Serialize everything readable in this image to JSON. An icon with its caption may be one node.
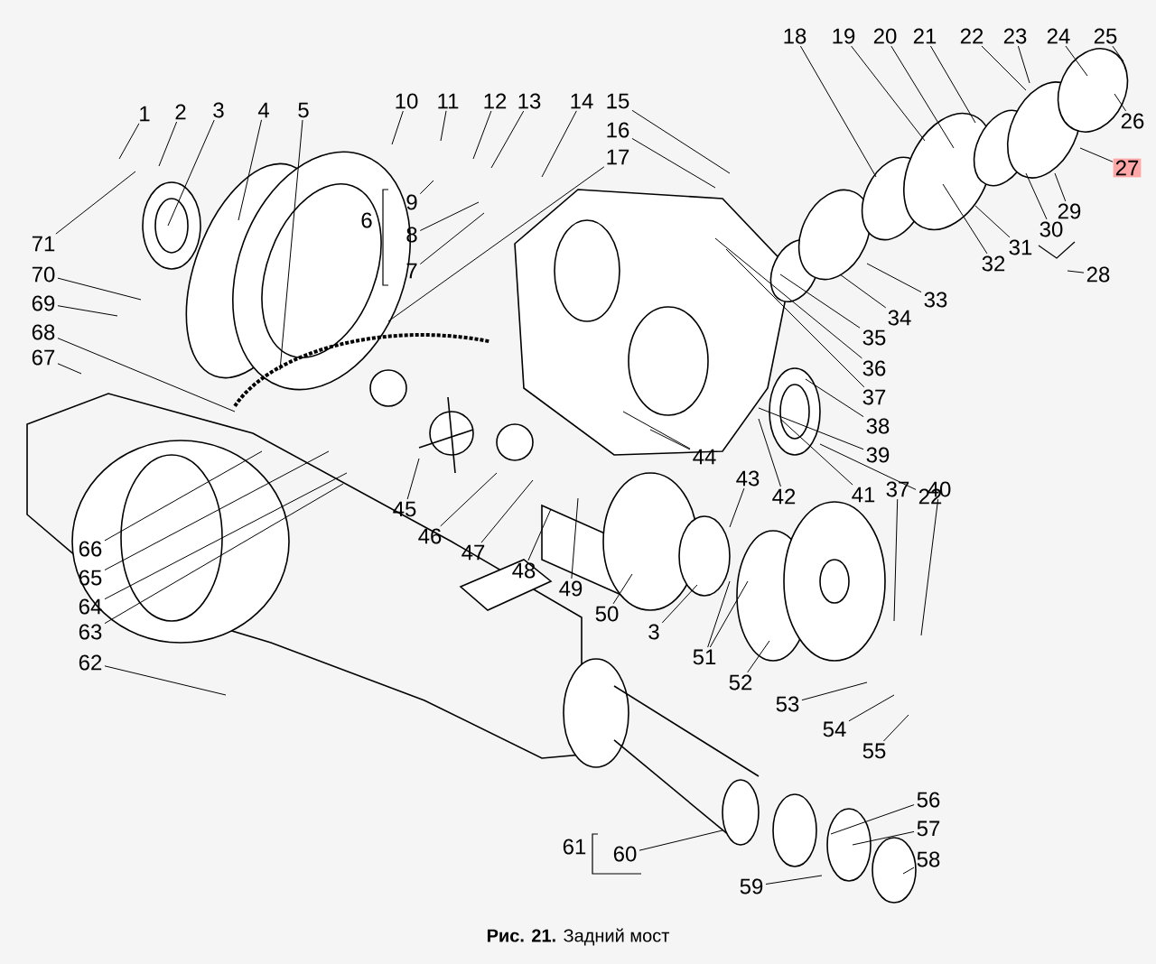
{
  "diagram": {
    "caption": "**Рис. 21.** Задний мост",
    "nodes": [
      {
        "text": [
          "1"
        ]
      },
      {
        "text": [
          "2"
        ]
      },
      {
        "text": [
          "3"
        ]
      },
      {
        "text": [
          "4"
        ]
      },
      {
        "text": [
          "5"
        ]
      },
      {
        "text": [
          "10"
        ]
      },
      {
        "text": [
          "11"
        ]
      },
      {
        "text": [
          "12"
        ]
      },
      {
        "text": [
          "13"
        ]
      },
      {
        "text": [
          "14"
        ]
      },
      {
        "text": [
          "9"
        ]
      },
      {
        "text": [
          "8"
        ]
      },
      {
        "text": [
          "7"
        ]
      },
      {
        "text": [
          "15"
        ]
      },
      {
        "text": [
          "16"
        ]
      },
      {
        "text": [
          "17"
        ]
      },
      {
        "text": [
          "18"
        ]
      },
      {
        "text": [
          "19"
        ]
      },
      {
        "text": [
          "20"
        ]
      },
      {
        "text": [
          "21"
        ]
      },
      {
        "text": [
          "22"
        ]
      },
      {
        "text": [
          "23"
        ]
      },
      {
        "text": [
          "24"
        ]
      },
      {
        "text": [
          "25"
        ]
      },
      {
        "text": [
          "26"
        ]
      },
      {
        "text": [
          "27"
        ]
      },
      {
        "text": [
          "29"
        ]
      },
      {
        "text": [
          "30"
        ]
      },
      {
        "text": [
          "28"
        ]
      },
      {
        "text": [
          "31"
        ]
      },
      {
        "text": [
          "32"
        ]
      },
      {
        "text": [
          "33"
        ]
      },
      {
        "text": [
          "34"
        ]
      },
      {
        "text": [
          "35"
        ]
      },
      {
        "text": [
          "36"
        ]
      },
      {
        "text": [
          "37"
        ]
      },
      {
        "text": [
          "38"
        ]
      },
      {
        "text": [
          "39"
        ]
      },
      {
        "text": [
          "44"
        ]
      },
      {
        "text": [
          "43"
        ]
      },
      {
        "text": [
          "42"
        ]
      },
      {
        "text": [
          "22"
        ]
      },
      {
        "text": [
          "41"
        ]
      },
      {
        "text": [
          "37"
        ]
      },
      {
        "text": [
          "40"
        ]
      },
      {
        "text": [
          "71"
        ]
      },
      {
        "text": [
          "70"
        ]
      },
      {
        "text": [
          "69"
        ]
      },
      {
        "text": [
          "68"
        ]
      },
      {
        "text": [
          "67"
        ]
      },
      {
        "text": [
          "66"
        ]
      },
      {
        "text": [
          "65"
        ]
      },
      {
        "text": [
          "64"
        ]
      },
      {
        "text": [
          "63"
        ]
      },
      {
        "text": [
          "62"
        ]
      },
      {
        "text": [
          "45"
        ]
      },
      {
        "text": [
          "46"
        ]
      },
      {
        "text": [
          "47"
        ]
      },
      {
        "text": [
          "48"
        ]
      },
      {
        "text": [
          "49"
        ]
      },
      {
        "text": [
          "50"
        ]
      },
      {
        "text": [
          "3"
        ]
      },
      {
        "text": [
          "51"
        ]
      },
      {
        "text": [
          "52"
        ]
      },
      {
        "text": [
          "53"
        ]
      },
      {
        "text": [
          "54"
        ]
      },
      {
        "text": [
          "55"
        ]
      },
      {
        "text": [
          "56"
        ]
      },
      {
        "text": [
          "57"
        ]
      },
      {
        "text": [
          "58"
        ]
      },
      {
        "text": [
          "59"
        ]
      },
      {
        "text": [
          "60"
        ]
      }
    ],
    "edges": [
      {
        "from": 0,
        "to": null,
        "arrow": "none"
      },
      {
        "from": 1,
        "to": null,
        "arrow": "none"
      },
      {
        "from": 2,
        "to": null,
        "arrow": "none"
      },
      {
        "from": 3,
        "to": null,
        "arrow": "none"
      },
      {
        "from": 4,
        "to": null,
        "arrow": "none"
      },
      {
        "from": 5,
        "to": null,
        "arrow": "none"
      },
      {
        "from": 6,
        "to": null,
        "arrow": "none"
      },
      {
        "from": 7,
        "to": null,
        "arrow": "none"
      },
      {
        "from": 8,
        "to": null,
        "arrow": "none"
      },
      {
        "from": 9,
        "to": null,
        "arrow": "none"
      },
      {
        "from": 10,
        "to": null,
        "arrow": "none"
      },
      {
        "from": 11,
        "to": null,
        "arrow": "none"
      },
      {
        "from": 12,
        "to": null,
        "arrow": "none"
      },
      {
        "from": 13,
        "to": null,
        "arrow": "none"
      },
      {
        "from": 14,
        "to": null,
        "arrow": "none"
      },
      {
        "from": 15,
        "to": null,
        "arrow": "none"
      },
      {
        "from": 16,
        "to": null,
        "arrow": "none"
      },
      {
        "from": 17,
        "to": null,
        "arrow": "none"
      },
      {
        "from": 18,
        "to": null,
        "arrow": "none"
      },
      {
        "from": 19,
        "to": null,
        "arrow": "none"
      },
      {
        "from": 20,
        "to": null,
        "arrow": "none"
      },
      {
        "from": 21,
        "to": null,
        "arrow": "none"
      },
      {
        "from": 22,
        "to": null,
        "arrow": "none"
      },
      {
        "from": 23,
        "to": null,
        "arrow": "none"
      },
      {
        "from": 24,
        "to": null,
        "arrow": "none"
      },
      {
        "from": 25,
        "to": null,
        "arrow": "none"
      },
      {
        "from": 26,
        "to": null,
        "arrow": "none"
      },
      {
        "from": 27,
        "to": null,
        "arrow": "none"
      },
      {
        "from": 28,
        "to": null,
        "arrow": "none"
      },
      {
        "from": 29,
        "to": null,
        "arrow": "none"
      },
      {
        "from": 30,
        "to": null,
        "arrow": "none"
      },
      {
        "from": 31,
        "to": null,
        "arrow": "none"
      },
      {
        "from": 32,
        "to": null,
        "arrow": "none"
      },
      {
        "from": 33,
        "to": null,
        "arrow": "none"
      },
      {
        "from": 34,
        "to": null,
        "arrow": "none"
      },
      {
        "from": 35,
        "to": null,
        "arrow": "none"
      },
      {
        "from": 36,
        "to": null,
        "arrow": "none"
      },
      {
        "from": 37,
        "to": null,
        "arrow": "none"
      },
      {
        "from": 38,
        "to": null,
        "arrow": "none"
      },
      {
        "from": 38,
        "to": null,
        "arrow": "none"
      },
      {
        "from": 39,
        "to": null,
        "arrow": "none"
      },
      {
        "from": 40,
        "to": null,
        "arrow": "none"
      },
      {
        "from": 41,
        "to": null,
        "arrow": "none"
      },
      {
        "from": 42,
        "to": null,
        "arrow": "none"
      },
      {
        "from": 43,
        "to": null,
        "arrow": "none"
      },
      {
        "from": 44,
        "to": null,
        "arrow": "none"
      },
      {
        "from": 45,
        "to": null,
        "arrow": "none"
      },
      {
        "from": 46,
        "to": null,
        "arrow": "none"
      },
      {
        "from": 47,
        "to": null,
        "arrow": "none"
      },
      {
        "from": 48,
        "to": null,
        "arrow": "none"
      },
      {
        "from": 49,
        "to": null,
        "arrow": "none"
      },
      {
        "from": 50,
        "to": null,
        "arrow": "none"
      },
      {
        "from": 51,
        "to": null,
        "arrow": "none"
      },
      {
        "from": 52,
        "to": null,
        "arrow": "none"
      },
      {
        "from": 53,
        "to": null,
        "arrow": "none"
      },
      {
        "from": 54,
        "to": null,
        "arrow": "none"
      },
      {
        "from": 55,
        "to": null,
        "arrow": "none"
      },
      {
        "from": 56,
        "to": null,
        "arrow": "none"
      },
      {
        "from": 57,
        "to": null,
        "arrow": "none"
      },
      {
        "from": 58,
        "to": null,
        "arrow": "none"
      },
      {
        "from": 59,
        "to": null,
        "arrow": "none"
      },
      {
        "from": 60,
        "to": null,
        "arrow": "none"
      },
      {
        "from": 61,
        "to": null,
        "arrow": "none"
      },
      {
        "from": 62,
        "to": null,
        "arrow": "none"
      },
      {
        "from": 62,
        "to": null,
        "arrow": "none"
      },
      {
        "from": 63,
        "to": null,
        "arrow": "none"
      },
      {
        "from": 64,
        "to": null,
        "arrow": "none"
      },
      {
        "from": 65,
        "to": null,
        "arrow": "none"
      },
      {
        "from": 66,
        "to": null,
        "arrow": "none"
      },
      {
        "from": 67,
        "to": null,
        "arrow": "none"
      },
      {
        "from": 68,
        "to": null,
        "arrow": "none"
      },
      {
        "from": 69,
        "to": null,
        "arrow": "none"
      },
      {
        "from": 70,
        "to": null,
        "arrow": "none"
      },
      {
        "from": 71,
        "to": null,
        "arrow": "none"
      }
    ],
    "labels": [
      "6",
      "61"
    ]
  }
}
